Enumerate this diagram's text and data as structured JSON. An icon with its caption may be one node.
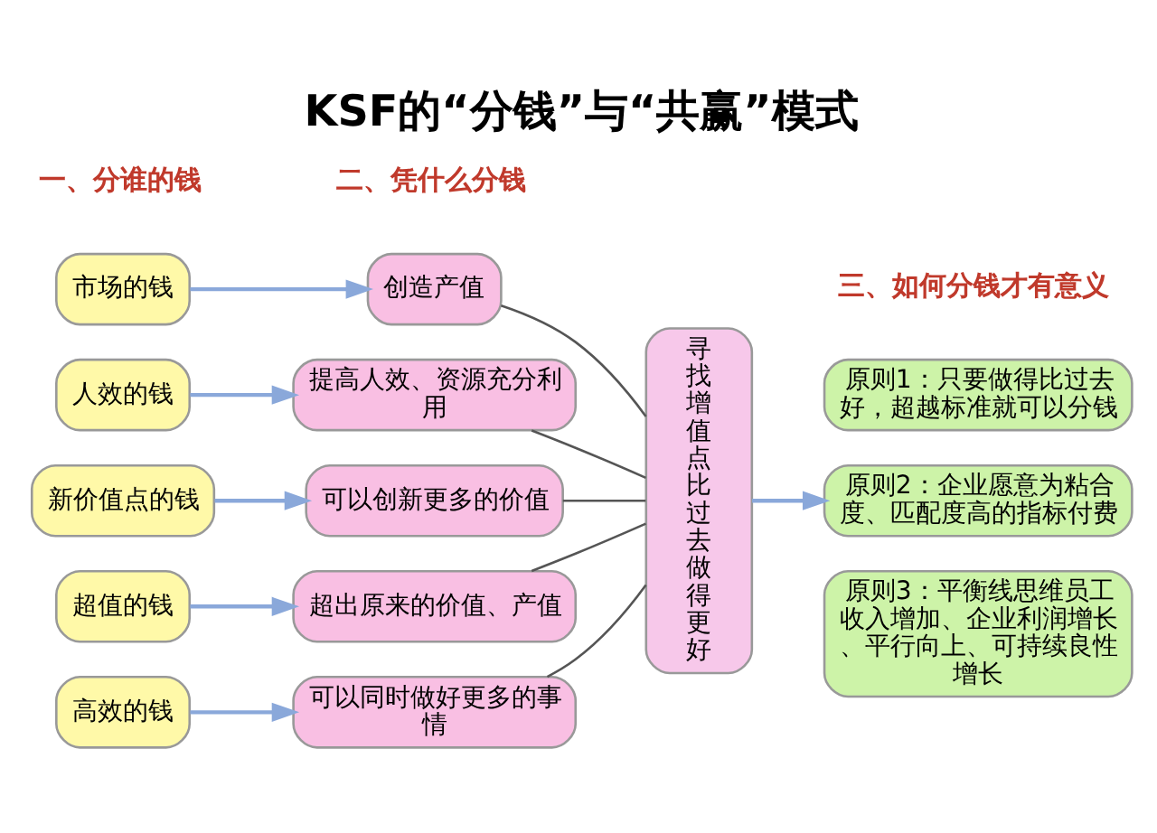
{
  "diagram": {
    "title": "KSF的“分钱”与“共赢”模式",
    "nodes": [
      {
        "text": [
          "市场的钱"
        ]
      },
      {
        "text": [
          "人效的钱"
        ]
      },
      {
        "text": [
          "新价值点的钱"
        ]
      },
      {
        "text": [
          "超值的钱"
        ]
      },
      {
        "text": [
          "高效的钱"
        ]
      },
      {
        "text": [
          "创造产值"
        ]
      },
      {
        "text": [
          "提高人效、资源充分利用"
        ]
      },
      {
        "text": [
          "可以创新更多的价值"
        ]
      },
      {
        "text": [
          "超出原来的价值、产值"
        ]
      },
      {
        "text": [
          "可以同时做好更多的事情"
        ]
      },
      {
        "text": [
          "寻找增值点比过去做得更好"
        ]
      },
      {
        "text": [
          "原则1：只要做得比过去好，超越标准就可以分钱"
        ]
      },
      {
        "text": [
          "原则2：企业愿意为粘合度、匹配度高的指标付费"
        ]
      },
      {
        "text": [
          "原则3：平衡线思维员工收入增加、企业利润增长、平行向上、可持续良性增长"
        ]
      }
    ],
    "edges": [
      {
        "from": 0,
        "to": 5,
        "arrow": "to"
      },
      {
        "from": 1,
        "to": 6,
        "arrow": "to"
      },
      {
        "from": 2,
        "to": 7,
        "arrow": "to"
      },
      {
        "from": 3,
        "to": 8,
        "arrow": "to"
      },
      {
        "from": 4,
        "to": 9,
        "arrow": "to"
      },
      {
        "from": 5,
        "to": 10,
        "arrow": "none",
        "color": "#555555"
      },
      {
        "from": 6,
        "to": 10,
        "arrow": "none",
        "color": "#555555"
      },
      {
        "from": 7,
        "to": 10,
        "arrow": "none",
        "color": "#555555"
      },
      {
        "from": 8,
        "to": 10,
        "arrow": "none",
        "color": "#555555"
      },
      {
        "from": 9,
        "to": 10,
        "arrow": "none",
        "color": "#555555"
      },
      {
        "from": 10,
        "to": 12,
        "arrow": "to"
      }
    ],
    "labels": [
      "一、分谁的钱",
      "二、凭什么分钱",
      "三、如何分钱才有意义"
    ]
  }
}
